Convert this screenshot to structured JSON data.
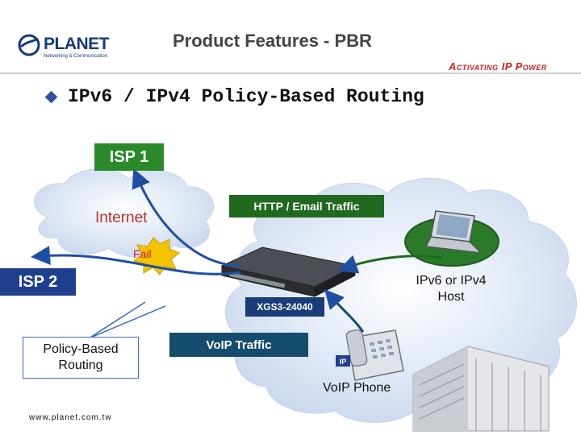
{
  "brand": {
    "name": "PLANET",
    "subtitle": "Networking & Communication",
    "tagline": "Activating IP Power",
    "url": "www.planet.com.tw"
  },
  "slide": {
    "title": "Product Features - PBR",
    "bullet": "IPv6 / IPv4 Policy-Based Routing"
  },
  "diagram": {
    "isp1": "ISP 1",
    "isp2": "ISP 2",
    "internet": "Internet",
    "fail": "Fail",
    "http_traffic": "HTTP / Email Traffic",
    "switch_model": "XGS3-24040",
    "policy_routing_line1": "Policy-Based",
    "policy_routing_line2": "Routing",
    "voip_traffic": "VoIP Traffic",
    "host_line1": "IPv6 or IPv4",
    "host_line2": "Host",
    "phone_label": "VoIP Phone",
    "phone_badge": "IP"
  },
  "colors": {
    "cloud_fill": "#d8e4f4",
    "isp1_box": "#2a8a2a",
    "isp2_box": "#1f3f8f",
    "http_box": "#1f6a1f",
    "voip_box": "#154c6e",
    "fail_burst": "#f4c400",
    "arrow_blue": "#1f4fa5",
    "tagline_red": "#cc1f1f"
  }
}
